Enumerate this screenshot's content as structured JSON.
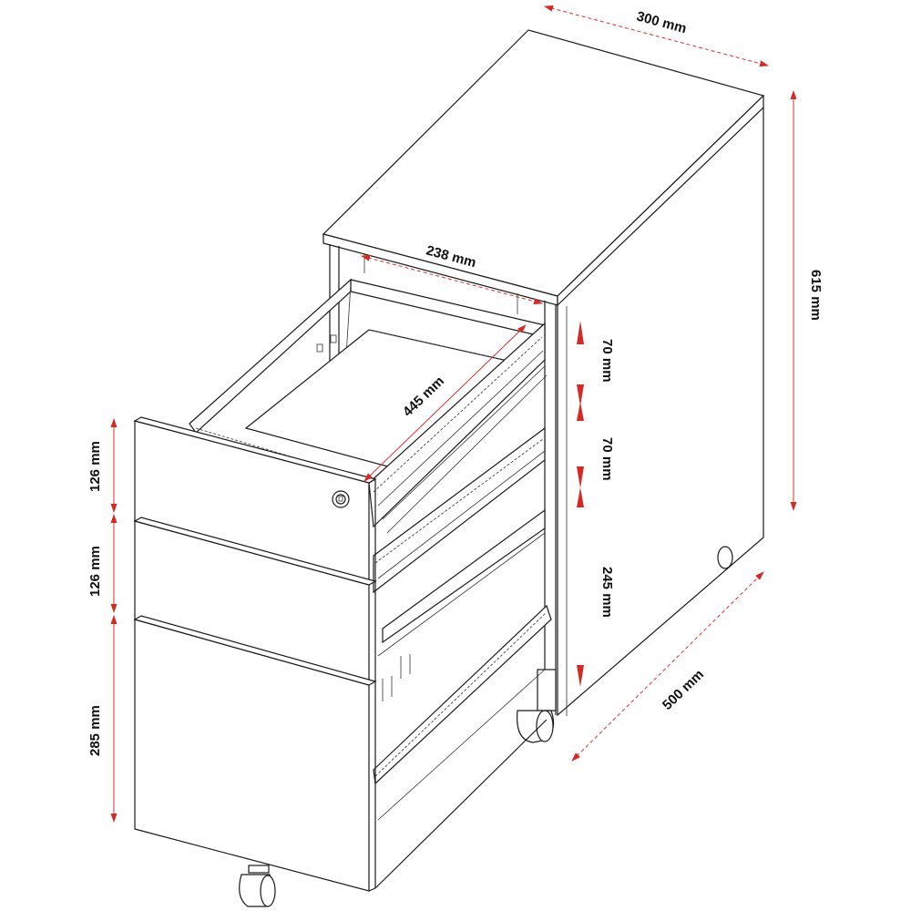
{
  "diagram": {
    "subject": "Mobile pedestal filing cabinet with three drawers, top drawer open",
    "colors": {
      "dimension_line": "#d9302c",
      "arrow": "#d42a26",
      "outline": "#1a1a1a",
      "label": "#111111"
    },
    "dimensions": {
      "overall_width": "300 mm",
      "overall_height": "615 mm",
      "overall_depth": "500 mm",
      "inner_width": "238 mm",
      "drawer_depth": "445 mm",
      "drawer_front_top": "126 mm",
      "drawer_front_middle": "126 mm",
      "drawer_front_bottom": "285 mm",
      "inner_height_top": "70 mm",
      "inner_height_middle": "70 mm",
      "inner_height_bottom": "245 mm"
    }
  }
}
